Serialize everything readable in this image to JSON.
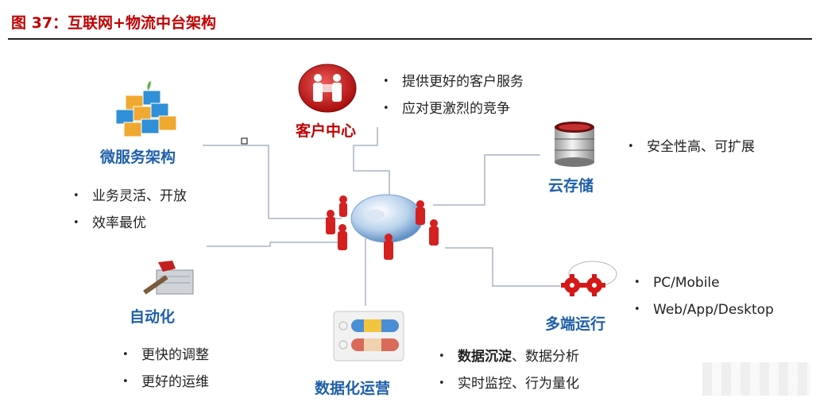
{
  "header": {
    "title": "图 37：互联网+物流中台架构"
  },
  "nodes": {
    "customer": {
      "title": "客户中心",
      "bullets": [
        "提供更好的客户服务",
        "应对更激烈的竞争"
      ]
    },
    "cloud": {
      "title": "云存储",
      "bullets": [
        "安全性高、可扩展"
      ]
    },
    "micro": {
      "title": "微服务架构",
      "bullets": [
        "业务灵活、开放",
        "效率最优"
      ]
    },
    "auto": {
      "title": "自动化",
      "bullets": [
        "更快的调整",
        "更好的运维"
      ]
    },
    "data": {
      "title": "数据化运营",
      "bullets": [
        {
          "bold": "数据沉淀",
          "rest": "、数据分析"
        },
        {
          "bold": "",
          "rest": "实时监控、行为量化"
        }
      ]
    },
    "multi": {
      "title": "多端运行",
      "bullets": [
        "PC/Mobile",
        "Web/App/Desktop"
      ]
    }
  },
  "icons": {
    "customer": "people-circle-icon",
    "cloud": "database-icon",
    "micro": "cubes-icon",
    "auto": "hammer-icon",
    "data": "capsule-panel-icon",
    "multi": "gears-icon",
    "hub": "globe-people-icon"
  },
  "colors": {
    "title_red": "#c00000",
    "node_blue": "#1f5fa8",
    "line_gray": "#a8b4c4"
  }
}
